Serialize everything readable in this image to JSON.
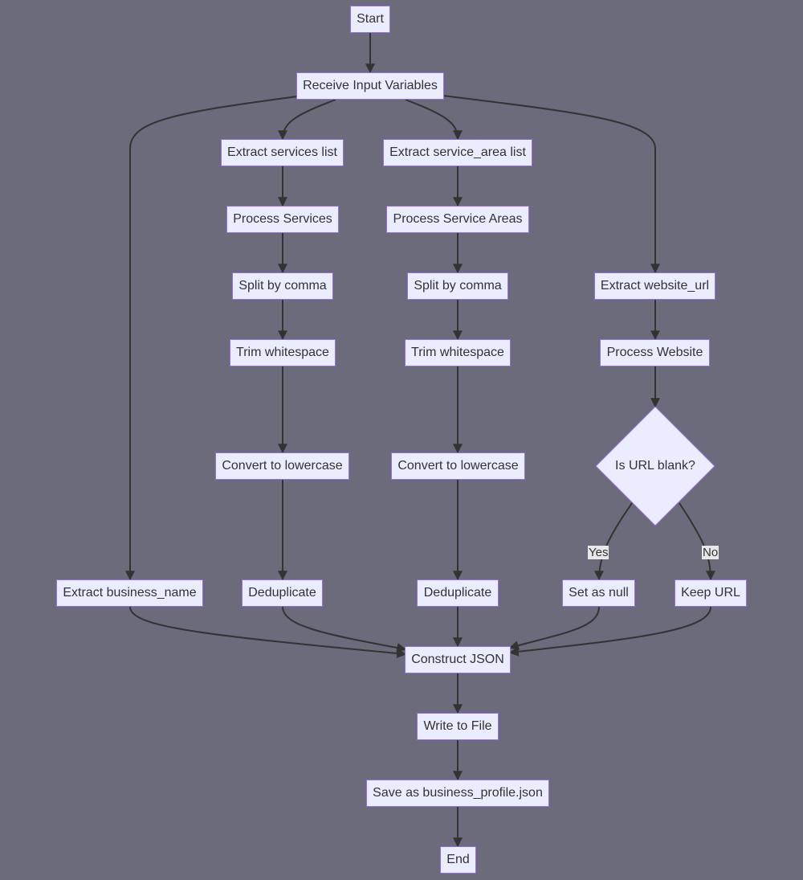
{
  "nodes": {
    "start": "Start",
    "receive_input": "Receive Input Variables",
    "extract_services": "Extract services list",
    "extract_service_area": "Extract service_area list",
    "process_services": "Process Services",
    "process_service_areas": "Process Service Areas",
    "split_services": "Split by comma",
    "split_areas": "Split by comma",
    "trim_services": "Trim whitespace",
    "trim_areas": "Trim whitespace",
    "lower_services": "Convert to lowercase",
    "lower_areas": "Convert to lowercase",
    "dedup_services": "Deduplicate",
    "dedup_areas": "Deduplicate",
    "extract_business_name": "Extract business_name",
    "extract_website_url": "Extract website_url",
    "process_website": "Process Website",
    "url_blank_decision": "Is URL blank?",
    "set_null": "Set as null",
    "keep_url": "Keep URL",
    "construct_json": "Construct JSON",
    "write_file": "Write to File",
    "save_profile": "Save as business_profile.json",
    "end": "End"
  },
  "edge_labels": {
    "yes": "Yes",
    "no": "No"
  },
  "colors": {
    "background": "#6b6b7b",
    "node_fill": "#ececff",
    "node_border": "#9370db",
    "edge": "#333333",
    "text": "#333333"
  }
}
